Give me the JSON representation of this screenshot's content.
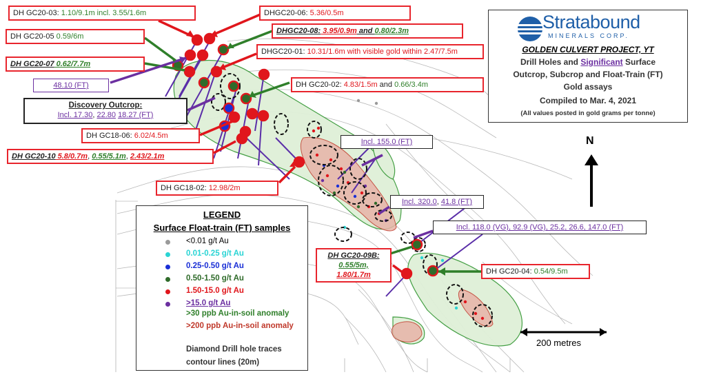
{
  "title_box": {
    "logo_name": "Stratabound",
    "logo_sub": "MINERALS CORP.",
    "project_title": "GOLDEN CULVERT PROJECT, YT",
    "line1_a": "Drill Holes and ",
    "line1_b": "Significant",
    "line1_c": " Surface",
    "line2": "Outcrop, Subcrop and Float-Train (FT)",
    "line3": "Gold assays",
    "line4": "Compiled to Mar. 4, 2021",
    "line5": "(All values posted in gold grams per tonne)"
  },
  "callouts": {
    "gc20_03": {
      "label": "DH GC20-03: ",
      "v1": "1.10/9.1m incl. 3.55/1.6m"
    },
    "gc20_06": {
      "label": "DHGC20-06: ",
      "v1": "5.36/0.5m"
    },
    "gc20_05": {
      "label": "DH GC20-05 ",
      "v1": "0.59/6m"
    },
    "gc20_08": {
      "label": "DHGC20-08:",
      "v1": " 3.95/0.9m",
      "v2": " and ",
      "v3": "0.80/2.3m"
    },
    "gc20_01": {
      "label": "DHGC20-01: ",
      "v1": "10.31/1.6m with visible gold within 2.47/7.5m"
    },
    "gc20_07": {
      "label": "DH GC20-07",
      "v1": " 0.62/7.7m"
    },
    "ft_4810": {
      "v1": "48.10 (FT)"
    },
    "gc20_02": {
      "label": "DH GC20-02: ",
      "v1": "4.83/1.5m",
      "v2": " and ",
      "v3": "0.66/3.4m"
    },
    "discovery": {
      "title": "Discovery Outcrop:",
      "a": "Incl. 17.30",
      "b": "22.80",
      "c": "18.27 (FT)"
    },
    "gc18_06": {
      "label": "DH GC18-06: ",
      "v1": "6.02/4.5m"
    },
    "gc20_10": {
      "label": "DH GC20-10",
      "v1": " 5.8/0.7m",
      "v2": "0.55/5.1m",
      "v3": "2.43/2.1m"
    },
    "ft_155": {
      "v1": "Incl. 155.0 (FT)"
    },
    "gc18_02": {
      "label": "DH GC18-02: ",
      "v1": "12.98/2m"
    },
    "ft_320": {
      "v1": "Incl. 320.0",
      "v2": "41.8 (FT)"
    },
    "ft_118": {
      "v1": "Incl. 118.0 (VG), 92.9 (VG), 25.2, 26.6, 147.0 (FT)"
    },
    "gc20_09b": {
      "label": "DH GC20-09B:",
      "v1": "0.55/5m,",
      "v2": "1.80/1.7m"
    },
    "gc20_04": {
      "label": "DH GC20-04: ",
      "v1": "0.54/9.5m"
    }
  },
  "legend": {
    "title": "LEGEND",
    "subtitle": "Surface Float-train (FT) samples",
    "rows": [
      {
        "label": "<0.01 g/t Au",
        "color": "#9a9a9a"
      },
      {
        "label": "0.01-0.25 g/t Au",
        "color": "#2ad4d4"
      },
      {
        "label": "0.25-0.50 g/t Au",
        "color": "#1a2fd6"
      },
      {
        "label": "0.50-1.50 g/t Au",
        "color": "#2f6b2a"
      },
      {
        "label": "1.50-15.0 g/t Au",
        "color": "#e0161c"
      },
      {
        "label": ">15.0 g/t Au",
        "color": "#6b2fa0"
      }
    ],
    "soil30": ">30 ppb Au-in-soil anomaly",
    "soil200": ">200 ppb Au-in-soil anomaly",
    "drill": "Diamond Drill hole traces",
    "contour": "contour lines (20m)"
  },
  "north_label": "N",
  "scale_label": "200 metres",
  "colors": {
    "red": "#e0161c",
    "green": "#2f7f2a",
    "purple": "#6b2fa0",
    "soil30_fill": "#dff0d8",
    "soil200_fill": "#e8b4a8",
    "logo_blue": "#1f5fa8"
  }
}
